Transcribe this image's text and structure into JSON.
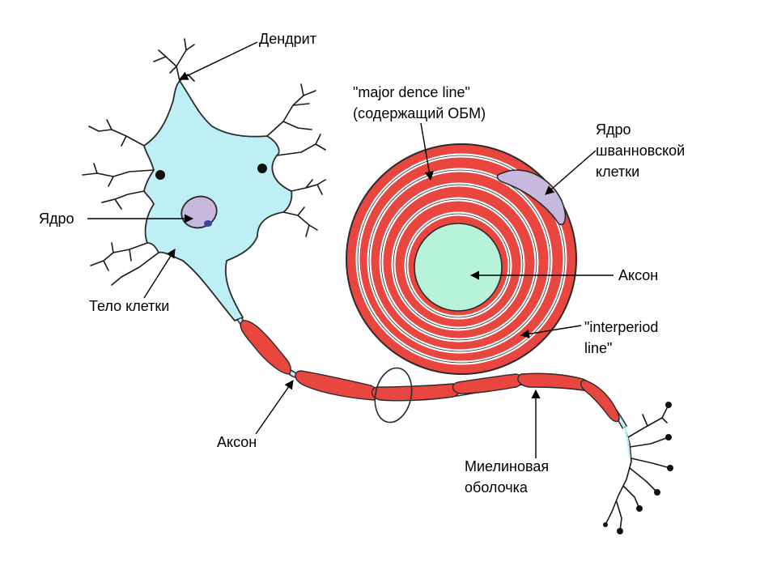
{
  "labels": {
    "dendrite": "Дендрит",
    "nucleus": "Ядро",
    "cell_body": "Тело клетки",
    "axon_left": "Аксон",
    "mdl_line1": "\"major dence line\"",
    "mdl_line2": "(содержащий ОБМ)",
    "schwann_line1": "Ядро",
    "schwann_line2": "шванновской",
    "schwann_line3": "клетки",
    "axon_right": "Аксон",
    "ipl_line1": "\"interperiod",
    "ipl_line2": "line\"",
    "myelin_line1": "Миелиновая",
    "myelin_line2": "оболочка"
  },
  "colors": {
    "cell_body": "#bdeff5",
    "cell_outline": "#2b2b2b",
    "nucleus": "#c7b9de",
    "nucleolus": "#3f3f9c",
    "myelin": "#e8463e",
    "axon_core": "#b7f3d8",
    "schwann_nucleus": "#c7b9de"
  }
}
